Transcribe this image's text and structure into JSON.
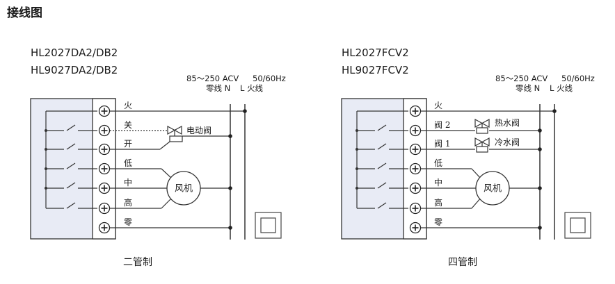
{
  "page_title": "接线图",
  "left": {
    "model_1": "HL2027DA2/DB2",
    "model_2": "HL9027DA2/DB2",
    "power_voltage": "85～250 ACV",
    "power_freq": "50/60Hz",
    "neutral_label": "零线 N",
    "live_label": "L 火线",
    "terminals": [
      "火",
      "关",
      "开",
      "低",
      "中",
      "高",
      "零"
    ],
    "valve_label": "电动阀",
    "fan_label": "风机",
    "caption": "二管制"
  },
  "right": {
    "model_1": "HL2027FCV2",
    "model_2": "HL9027FCV2",
    "power_voltage": "85～250 ACV",
    "power_freq": "50/60Hz",
    "neutral_label": "零线 N",
    "live_label": "L 火线",
    "terminals": [
      "火",
      "阀 2",
      "阀 1",
      "低",
      "中",
      "高",
      "零"
    ],
    "hot_valve_label": "热水阀",
    "cold_valve_label": "冷水阀",
    "fan_label": "风机",
    "caption": "四管制"
  }
}
